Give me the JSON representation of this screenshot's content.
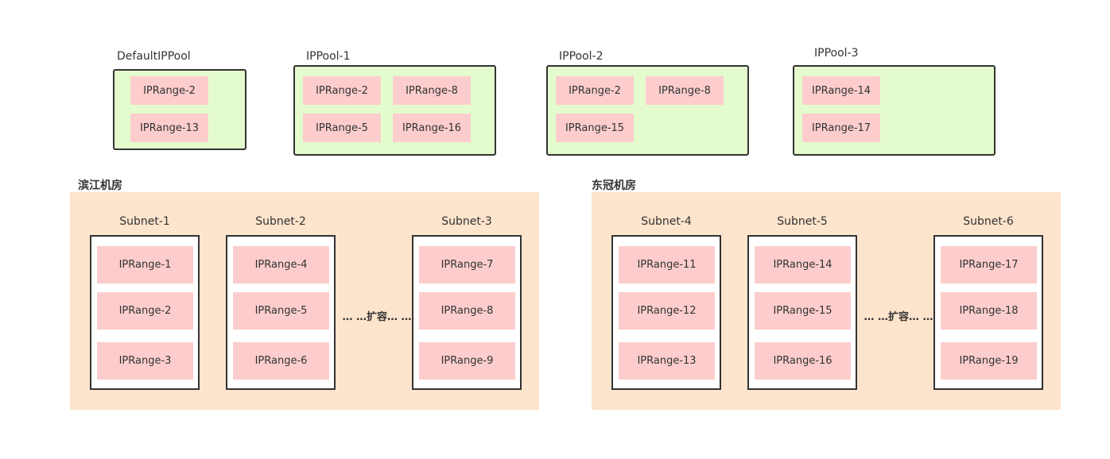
{
  "pools": [
    {
      "title": "DefaultIPPool",
      "ranges": [
        "IPRange-2",
        "IPRange-13"
      ]
    },
    {
      "title": "IPPool-1",
      "ranges": [
        "IPRange-2",
        "IPRange-8",
        "IPRange-5",
        "IPRange-16"
      ]
    },
    {
      "title": "IPPool-2",
      "ranges": [
        "IPRange-2",
        "IPRange-8",
        "IPRange-15"
      ]
    },
    {
      "title": "IPPool-3",
      "ranges": [
        "IPRange-14",
        "IPRange-17"
      ]
    }
  ],
  "rooms": [
    {
      "title": "滨江机房",
      "expand_label": "… …扩容… …",
      "subnets": [
        {
          "title": "Subnet-1",
          "ranges": [
            "IPRange-1",
            "IPRange-2",
            "IPRange-3"
          ]
        },
        {
          "title": "Subnet-2",
          "ranges": [
            "IPRange-4",
            "IPRange-5",
            "IPRange-6"
          ]
        },
        {
          "title": "Subnet-3",
          "ranges": [
            "IPRange-7",
            "IPRange-8",
            "IPRange-9"
          ]
        }
      ]
    },
    {
      "title": "东冠机房",
      "expand_label": "… …扩容… …",
      "subnets": [
        {
          "title": "Subnet-4",
          "ranges": [
            "IPRange-11",
            "IPRange-12",
            "IPRange-13"
          ]
        },
        {
          "title": "Subnet-5",
          "ranges": [
            "IPRange-14",
            "IPRange-15",
            "IPRange-16"
          ]
        },
        {
          "title": "Subnet-6",
          "ranges": [
            "IPRange-17",
            "IPRange-18",
            "IPRange-19"
          ]
        }
      ]
    }
  ],
  "colors": {
    "pool_fill": "#e4fccd",
    "range_fill": "#fdcdcd",
    "room_fill": "#fde4cc",
    "border": "#333333"
  }
}
